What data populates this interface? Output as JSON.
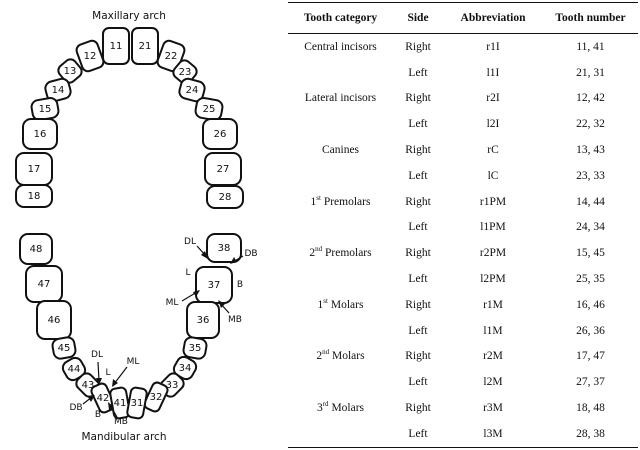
{
  "diagram": {
    "maxillary_title": "Maxillary arch",
    "mandibular_title": "Mandibular arch",
    "maxillary_teeth": [
      "11",
      "21",
      "12",
      "22",
      "13",
      "23",
      "14",
      "24",
      "15",
      "25",
      "16",
      "26",
      "17",
      "27",
      "18",
      "28"
    ],
    "mandibular_teeth": [
      "48",
      "38",
      "47",
      "37",
      "46",
      "36",
      "45",
      "35",
      "44",
      "34",
      "43",
      "33",
      "42",
      "32",
      "41",
      "31"
    ],
    "surfaces_37": {
      "dl": "DL",
      "db": "DB",
      "l": "L",
      "b": "B",
      "ml": "ML",
      "mb": "MB"
    },
    "surfaces_42": {
      "dl": "DL",
      "l": "L",
      "ml": "ML",
      "db": "DB",
      "b": "B",
      "mb": "MB"
    }
  },
  "table": {
    "headers": {
      "category": "Tooth category",
      "side": "Side",
      "abbreviation": "Abbreviation",
      "number": "Tooth number"
    },
    "rows": [
      {
        "category": "Central incisors",
        "side": "Right",
        "abbr": "r1I",
        "num": "11, 41"
      },
      {
        "category": "",
        "side": "Left",
        "abbr": "l1I",
        "num": "21, 31"
      },
      {
        "category": "Lateral incisors",
        "side": "Right",
        "abbr": "r2I",
        "num": "12, 42"
      },
      {
        "category": "",
        "side": "Left",
        "abbr": "l2I",
        "num": "22, 32"
      },
      {
        "category": "Canines",
        "side": "Right",
        "abbr": "rC",
        "num": "13, 43"
      },
      {
        "category": "",
        "side": "Left",
        "abbr": "lC",
        "num": "23, 33"
      },
      {
        "category": "1",
        "sup": "st",
        "category_rest": " Premolars",
        "side": "Right",
        "abbr": "r1PM",
        "num": "14, 44"
      },
      {
        "category": "",
        "side": "Left",
        "abbr": "l1PM",
        "num": "24, 34"
      },
      {
        "category": "2",
        "sup": "nd",
        "category_rest": " Premolars",
        "side": "Right",
        "abbr": "r2PM",
        "num": "15, 45"
      },
      {
        "category": "",
        "side": "Left",
        "abbr": "l2PM",
        "num": "25, 35"
      },
      {
        "category": "1",
        "sup": "st",
        "category_rest": " Molars",
        "side": "Right",
        "abbr": "r1M",
        "num": "16, 46"
      },
      {
        "category": "",
        "side": "Left",
        "abbr": "l1M",
        "num": "26, 36"
      },
      {
        "category": "2",
        "sup": "nd",
        "category_rest": " Molars",
        "side": "Right",
        "abbr": "r2M",
        "num": "17, 47"
      },
      {
        "category": "",
        "side": "Left",
        "abbr": "l2M",
        "num": "27, 37"
      },
      {
        "category": "3",
        "sup": "rd",
        "category_rest": " Molars",
        "side": "Right",
        "abbr": "r3M",
        "num": "18, 48"
      },
      {
        "category": "",
        "side": "Left",
        "abbr": "l3M",
        "num": "28, 38"
      }
    ]
  }
}
